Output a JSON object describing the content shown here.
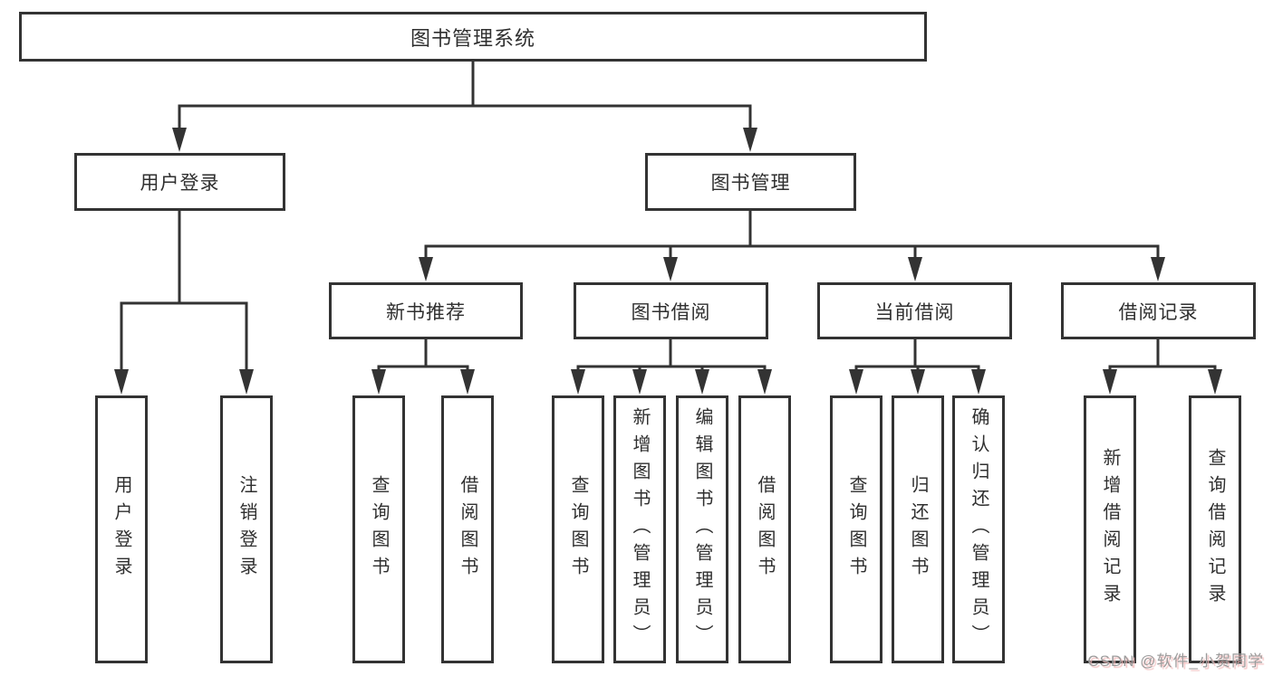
{
  "tree": {
    "root": {
      "label": "图书管理系统",
      "children": [
        {
          "label": "用户登录",
          "children": [
            {
              "label": "用户登录"
            },
            {
              "label": "注销登录"
            }
          ]
        },
        {
          "label": "图书管理",
          "children": [
            {
              "label": "新书推荐",
              "children": [
                {
                  "label": "查询图书"
                },
                {
                  "label": "借阅图书"
                }
              ]
            },
            {
              "label": "图书借阅",
              "children": [
                {
                  "label": "查询图书"
                },
                {
                  "label": "新增图书（管理员）"
                },
                {
                  "label": "编辑图书（管理员）"
                },
                {
                  "label": "借阅图书"
                }
              ]
            },
            {
              "label": "当前借阅",
              "children": [
                {
                  "label": "查询图书"
                },
                {
                  "label": "归还图书"
                },
                {
                  "label": "确认归还（管理员）"
                }
              ]
            },
            {
              "label": "借阅记录",
              "children": [
                {
                  "label": "新增借阅记录"
                },
                {
                  "label": "查询借阅记录"
                }
              ]
            }
          ]
        }
      ]
    }
  },
  "watermark": {
    "text": "CSDN @软件_小贺同学"
  },
  "colors": {
    "line": "#333333",
    "box_border": "#333333",
    "text": "#2f2f2f",
    "background": "#ffffff",
    "watermark_text": "#9c9c9c",
    "watermark_shadow": "#f2b9b9"
  }
}
